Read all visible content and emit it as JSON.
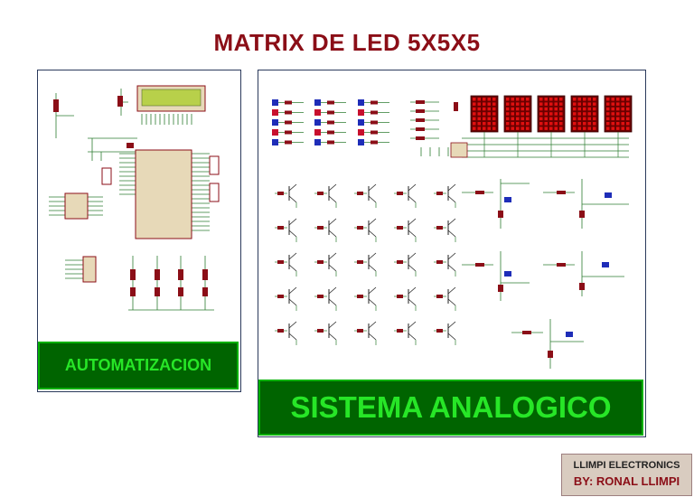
{
  "title": "MATRIX DE LED 5X5X5",
  "left_panel": {
    "banner": "AUTOMATIZACION"
  },
  "right_panel": {
    "banner": "SISTEMA ANALOGICO"
  },
  "credit": {
    "line1": "LLIMPI ELECTRONICS",
    "line2": "BY: RONAL LLIMPI"
  },
  "colors": {
    "title": "#8b0e17",
    "banner_bg": "#006400",
    "banner_text": "#27e627",
    "wire": "#2e7d32",
    "component": "#8b0e17",
    "lcd": "#b8d04a",
    "led_blue": "#1e2db8",
    "led_red": "#c8102e"
  }
}
